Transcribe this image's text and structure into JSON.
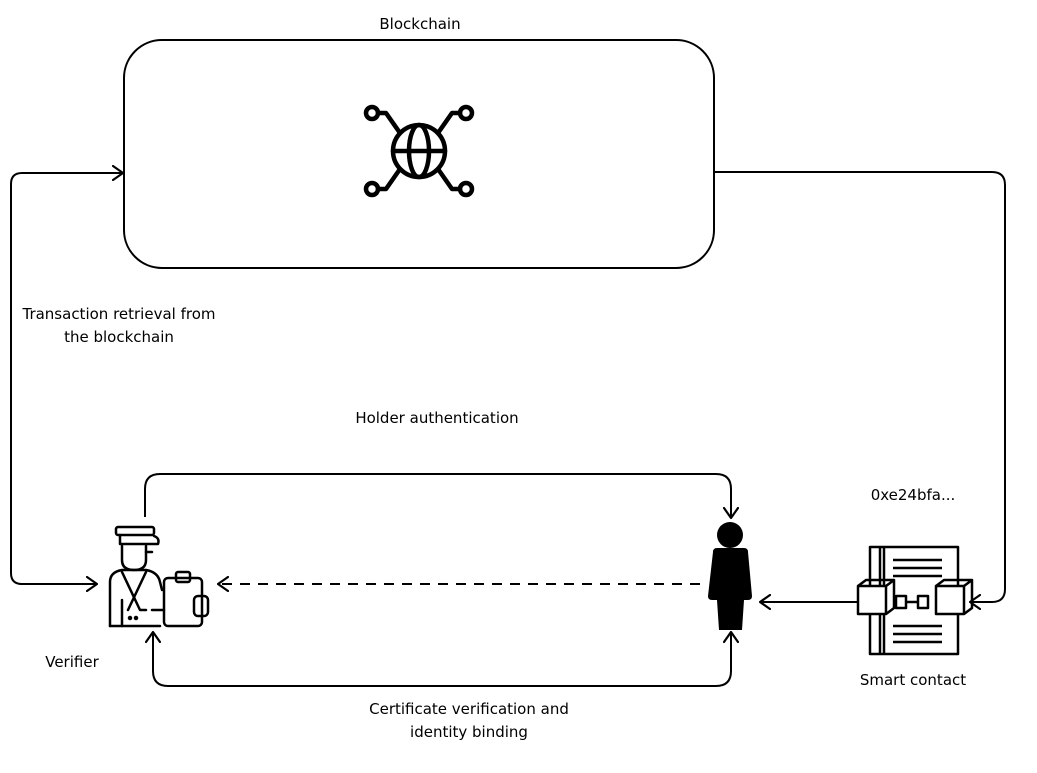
{
  "blockchain": {
    "title": "Blockchain"
  },
  "edges": {
    "retrieval_line1": "Transaction retrieval from",
    "retrieval_line2": "the blockchain",
    "holder_auth": "Holder authentication",
    "cert_line1": "Certificate verification and",
    "cert_line2": "identity binding"
  },
  "nodes": {
    "verifier": "Verifier",
    "contract_address": "0xe24bfa...",
    "smart_contract": "Smart contact"
  },
  "icons": {
    "network": "globe-network-icon",
    "verifier": "officer-clipboard-icon",
    "holder": "person-icon",
    "contract": "smart-contract-icon"
  },
  "colors": {
    "stroke": "#000000",
    "background": "#ffffff"
  }
}
